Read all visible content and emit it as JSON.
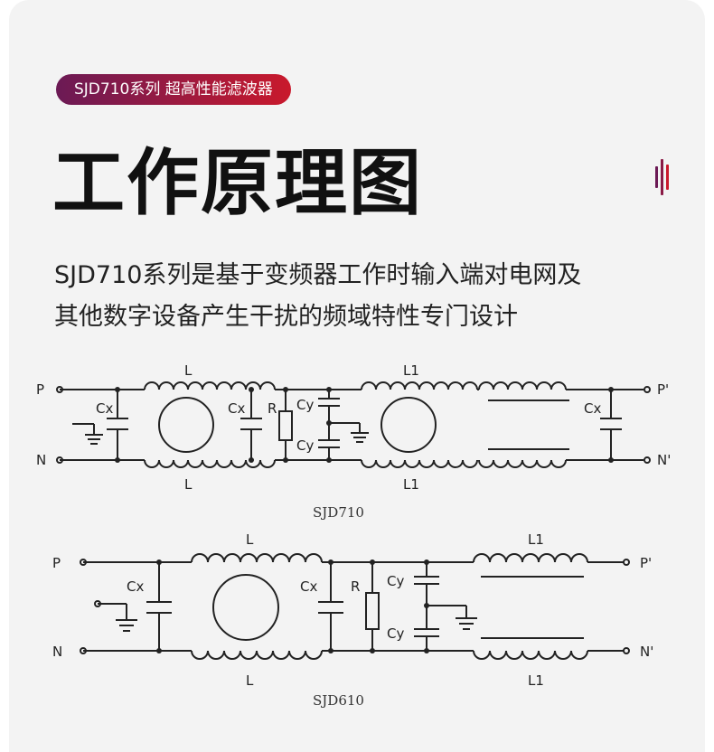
{
  "badge": "SJD710系列 超高性能滤波器",
  "title": "工作原理图",
  "description": {
    "line1": "SJD710系列是基于变频器工作时输入端对电网及",
    "line2": "其他数字设备产生干扰的频域特性专门设计"
  },
  "colors": {
    "accent_start": "#6b1a55",
    "accent_end": "#c9192c",
    "title": "#111111",
    "background": "#f3f3f3"
  },
  "diagram1": {
    "caption": "SJD710",
    "labels": {
      "P": "P",
      "N": "N",
      "P_out": "P'",
      "N_out": "N'",
      "L_top": "L",
      "L_bot": "L",
      "L1_top": "L1",
      "L1_bot": "L1",
      "Cx1": "Cx",
      "Cx2": "Cx",
      "Cx3": "Cx",
      "R": "R",
      "Cy1": "Cy",
      "Cy2": "Cy"
    }
  },
  "diagram2": {
    "caption": "SJD610",
    "labels": {
      "P": "P",
      "N": "N",
      "P_out": "P'",
      "N_out": "N'",
      "L_top": "L",
      "L_bot": "L",
      "L1_top": "L1",
      "L1_bot": "L1",
      "Cx1": "Cx",
      "Cx2": "Cx",
      "R": "R",
      "Cy1": "Cy",
      "Cy2": "Cy"
    }
  }
}
